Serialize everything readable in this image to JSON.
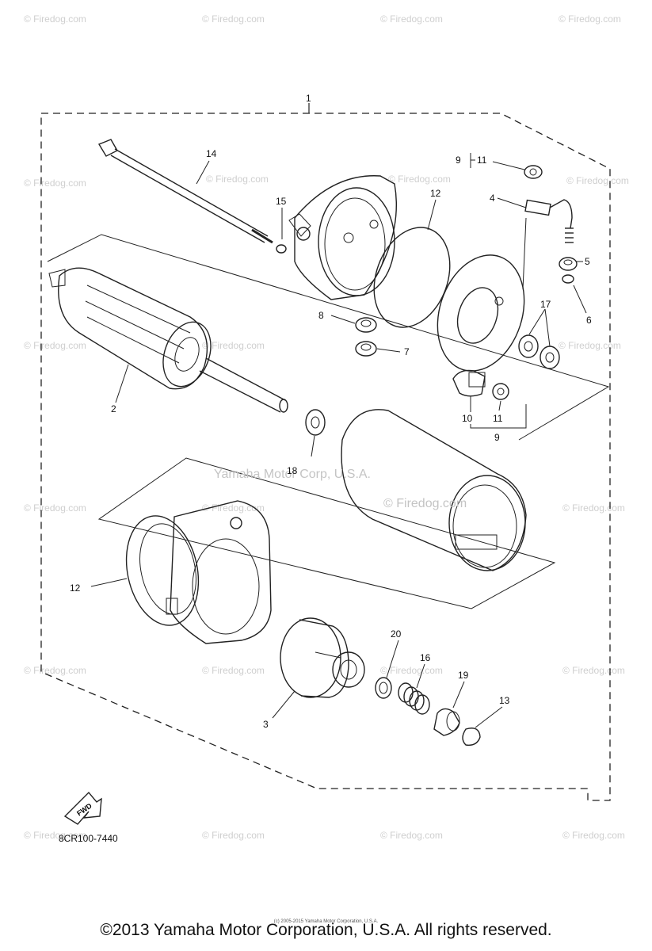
{
  "diagram": {
    "part_number_code": "8CR100-7440",
    "fwd_label": "FWD",
    "center_watermark": "Yamaha Motor Corp, U.S.A.",
    "watermark_text": "© Firedog.com",
    "body_watermark": "© Firedog.com",
    "callouts": {
      "c1": "1",
      "c2": "2",
      "c3": "3",
      "c4": "4",
      "c5": "5",
      "c6": "6",
      "c7": "7",
      "c8": "8",
      "c9a": "9",
      "c9_11": "11",
      "c9b": "9",
      "c10": "10",
      "c11": "11",
      "c12a": "12",
      "c12b": "12",
      "c13": "13",
      "c14": "14",
      "c15": "15",
      "c16": "16",
      "c17": "17",
      "c18": "18",
      "c19": "19",
      "c20": "20"
    }
  },
  "footer": {
    "copyright": "©2013 Yamaha Motor Corporation, U.S.A. All rights reserved.",
    "small_copyright": "(c) 2005-2015 Yamaha Motor Corporation, U.S.A."
  }
}
